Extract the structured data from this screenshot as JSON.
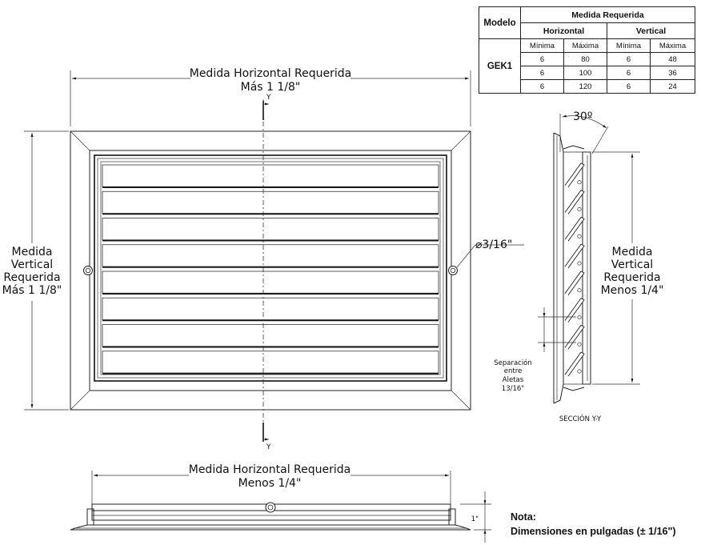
{
  "front_view": {
    "top_dim": [
      "Medida Horizontal Requerida",
      "Más 1 1/8\""
    ],
    "left_dim": [
      "Medida",
      "Vertical",
      "Requerida",
      "Más 1 1/8\""
    ],
    "hole_label": "⌀3/16\"",
    "axis_top": "Y",
    "axis_bottom": "Y",
    "fin_count": 8
  },
  "side_view": {
    "angle_label": "30º",
    "right_dim": [
      "Medida",
      "Vertical",
      "Requerida",
      "Menos 1/4\""
    ],
    "gap_label": [
      "Separación",
      "entre",
      "Aletas",
      "13/16\""
    ],
    "section_label": "SECCIÓN Y-Y"
  },
  "bottom_view": {
    "top_dim": [
      "Medida Horizontal Requerida",
      "Menos 1/4\""
    ],
    "depth_label": "1\""
  },
  "table": {
    "model_header": "Modelo",
    "group_header": "Medida Requerida",
    "horizontal": "Horizontal",
    "vertical": "Vertical",
    "min": "Mínima",
    "max": "Máxima",
    "model": "GEK1",
    "rows": [
      [
        "6",
        "80",
        "6",
        "48"
      ],
      [
        "6",
        "100",
        "6",
        "36"
      ],
      [
        "6",
        "120",
        "6",
        "24"
      ]
    ]
  },
  "note": {
    "title": "Nota:",
    "text": "Dimensiones en pulgadas (± 1/16\")"
  }
}
